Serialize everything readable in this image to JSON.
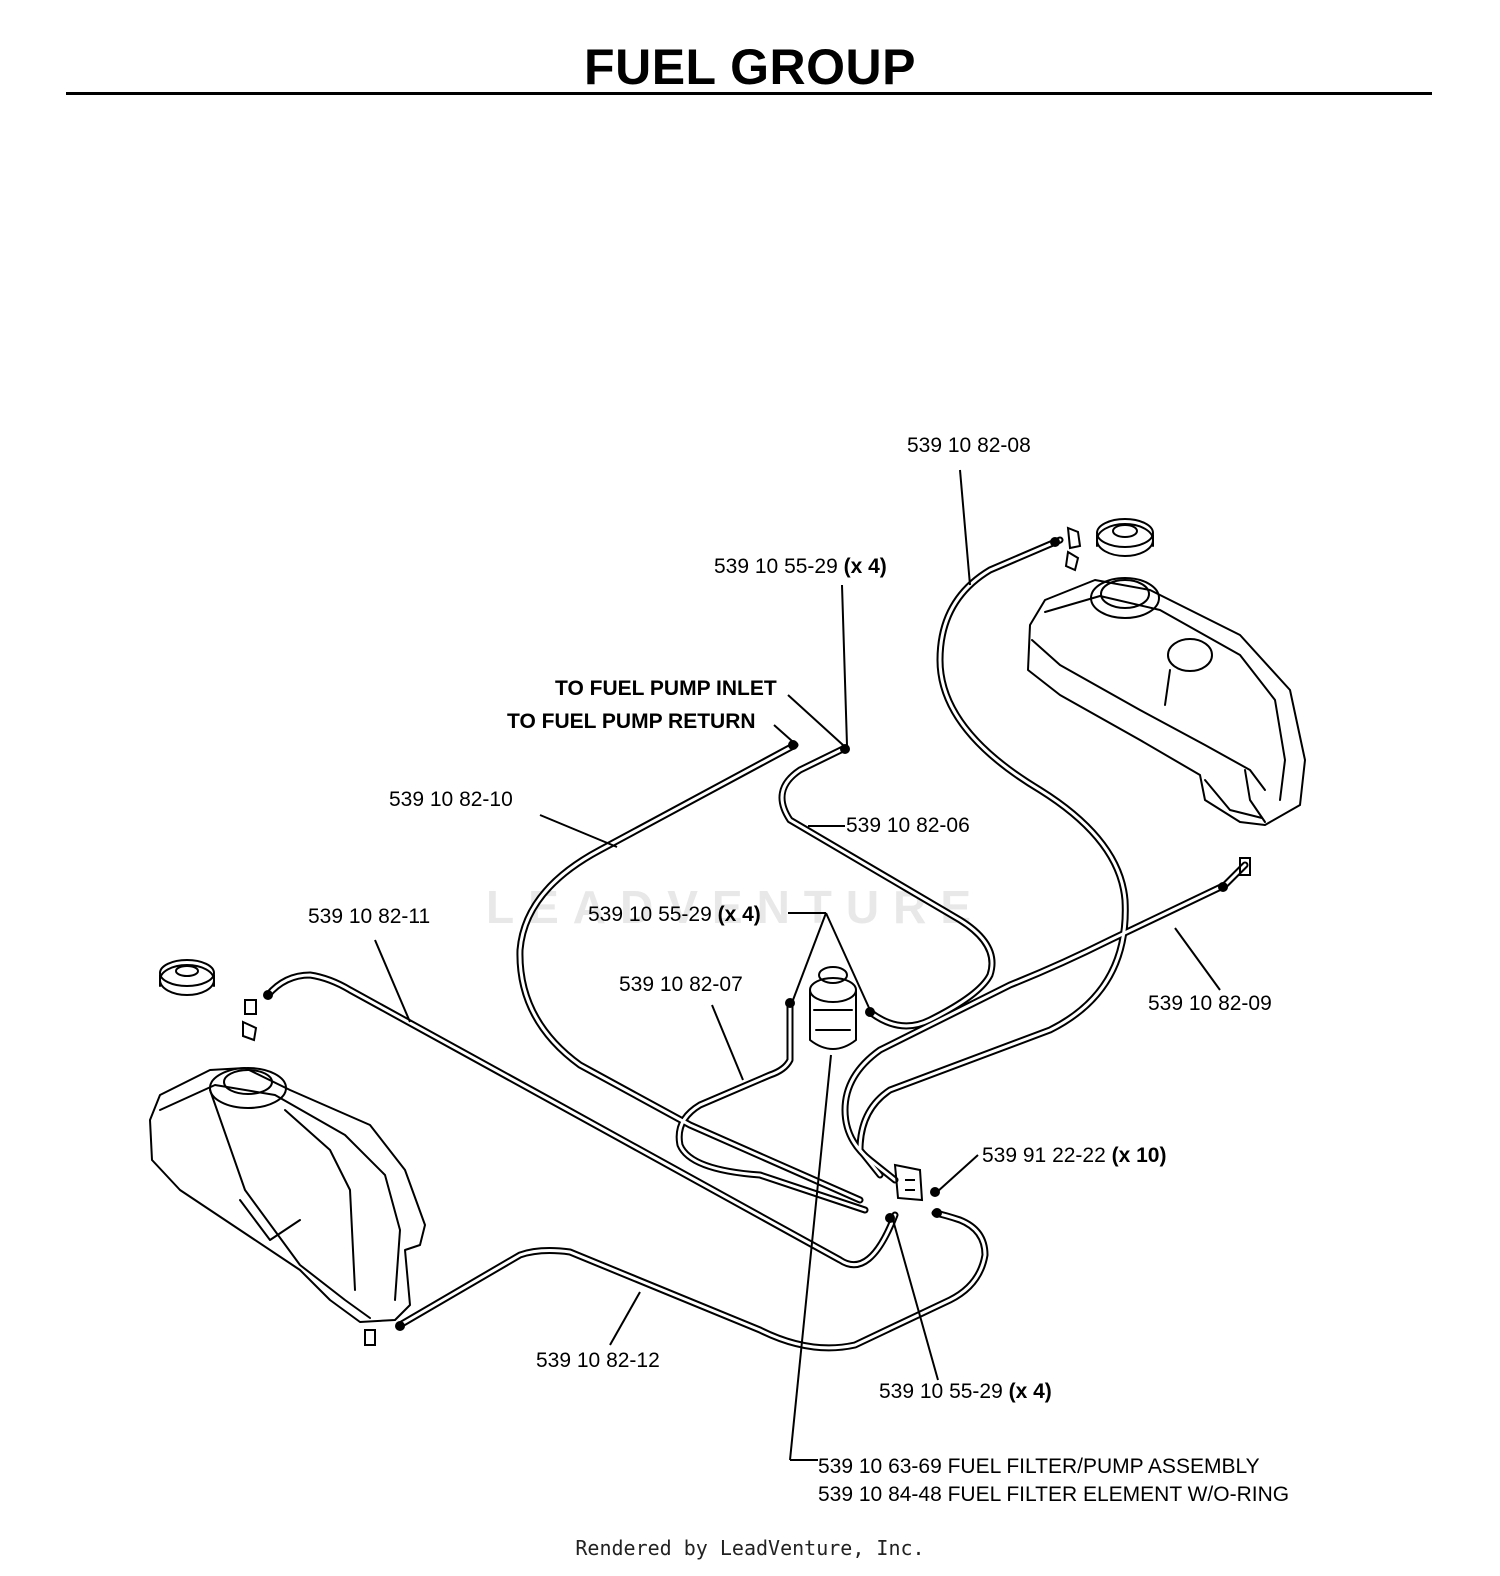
{
  "title": "FUEL GROUP",
  "watermark": "LEADVENTURE",
  "footer": "Rendered by LeadVenture, Inc.",
  "labels": {
    "p_08": "539 10 82-08",
    "p_5529_top": "539 10 55-29",
    "p_5529_top_qty": "(x 4)",
    "inlet": "TO FUEL PUMP INLET",
    "return": "TO FUEL PUMP RETURN",
    "p_10": "539 10 82-10",
    "p_06": "539 10 82-06",
    "p_11": "539 10 82-11",
    "p_5529_mid": "539 10 55-29",
    "p_5529_mid_qty": "(x 4)",
    "p_07": "539 10 82-07",
    "p_09": "539 10 82-09",
    "p_2222": "539 91 22-22",
    "p_2222_qty": "(x 10)",
    "p_12": "539 10 82-12",
    "p_5529_bot": "539 10 55-29",
    "p_5529_bot_qty": "(x 4)",
    "p_6369": "539 10 63-69 FUEL FILTER/PUMP ASSEMBLY",
    "p_8448": "539 10 84-48 FUEL FILTER ELEMENT W/O-RING"
  }
}
